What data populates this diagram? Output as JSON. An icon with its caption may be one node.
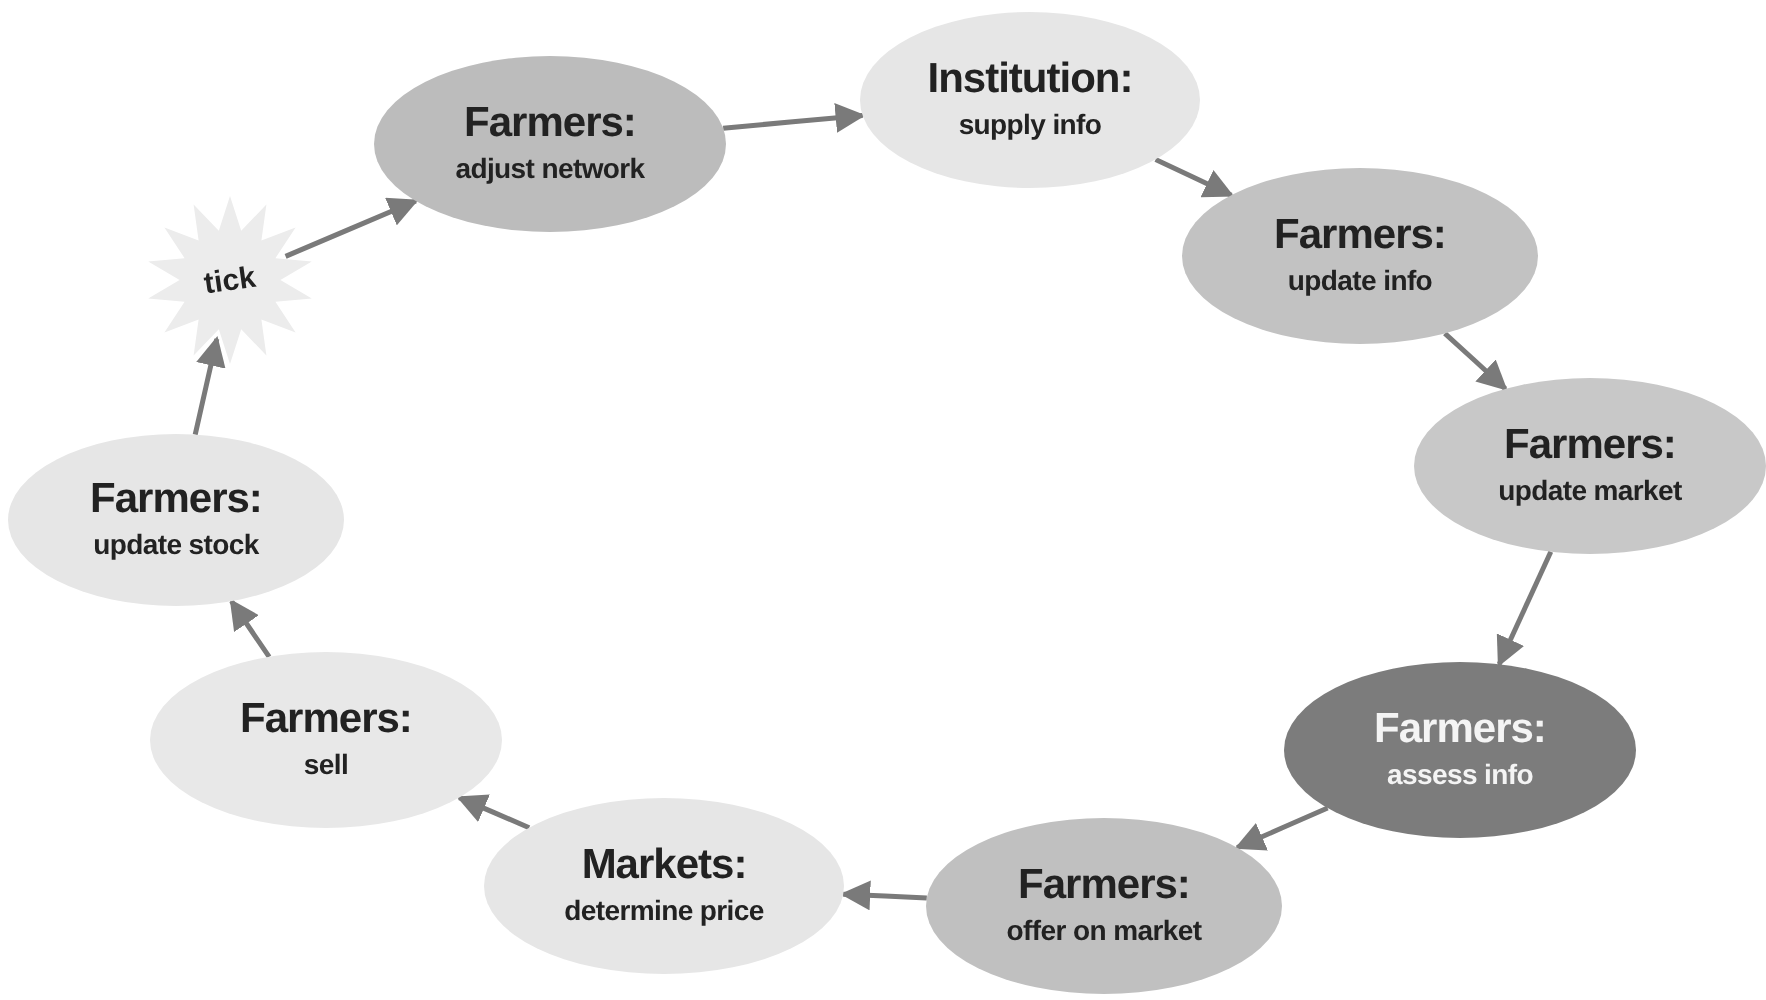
{
  "diagram": {
    "nodes": [
      {
        "text": [
          "tick"
        ]
      },
      {
        "text": [
          "Farmers:",
          "adjust network"
        ]
      },
      {
        "text": [
          "Institution:",
          "supply info"
        ]
      },
      {
        "text": [
          "Farmers:",
          "update info"
        ]
      },
      {
        "text": [
          "Farmers:",
          "update market"
        ]
      },
      {
        "text": [
          "Farmers:",
          "assess info"
        ]
      },
      {
        "text": [
          "Farmers:",
          "offer on market"
        ]
      },
      {
        "text": [
          "Markets:",
          "determine price"
        ]
      },
      {
        "text": [
          "Farmers:",
          "sell"
        ]
      },
      {
        "text": [
          "Farmers:",
          "update stock"
        ]
      }
    ],
    "edges": [
      {
        "from": 0,
        "to": 1,
        "arrow": "to"
      },
      {
        "from": 1,
        "to": 2,
        "arrow": "to"
      },
      {
        "from": 2,
        "to": 3,
        "arrow": "to"
      },
      {
        "from": 3,
        "to": 4,
        "arrow": "to"
      },
      {
        "from": 4,
        "to": 5,
        "arrow": "to"
      },
      {
        "from": 5,
        "to": 6,
        "arrow": "to"
      },
      {
        "from": 6,
        "to": 7,
        "arrow": "to"
      },
      {
        "from": 7,
        "to": 8,
        "arrow": "to"
      },
      {
        "from": 8,
        "to": 9,
        "arrow": "to"
      },
      {
        "from": 9,
        "to": 0,
        "arrow": "to"
      }
    ]
  }
}
